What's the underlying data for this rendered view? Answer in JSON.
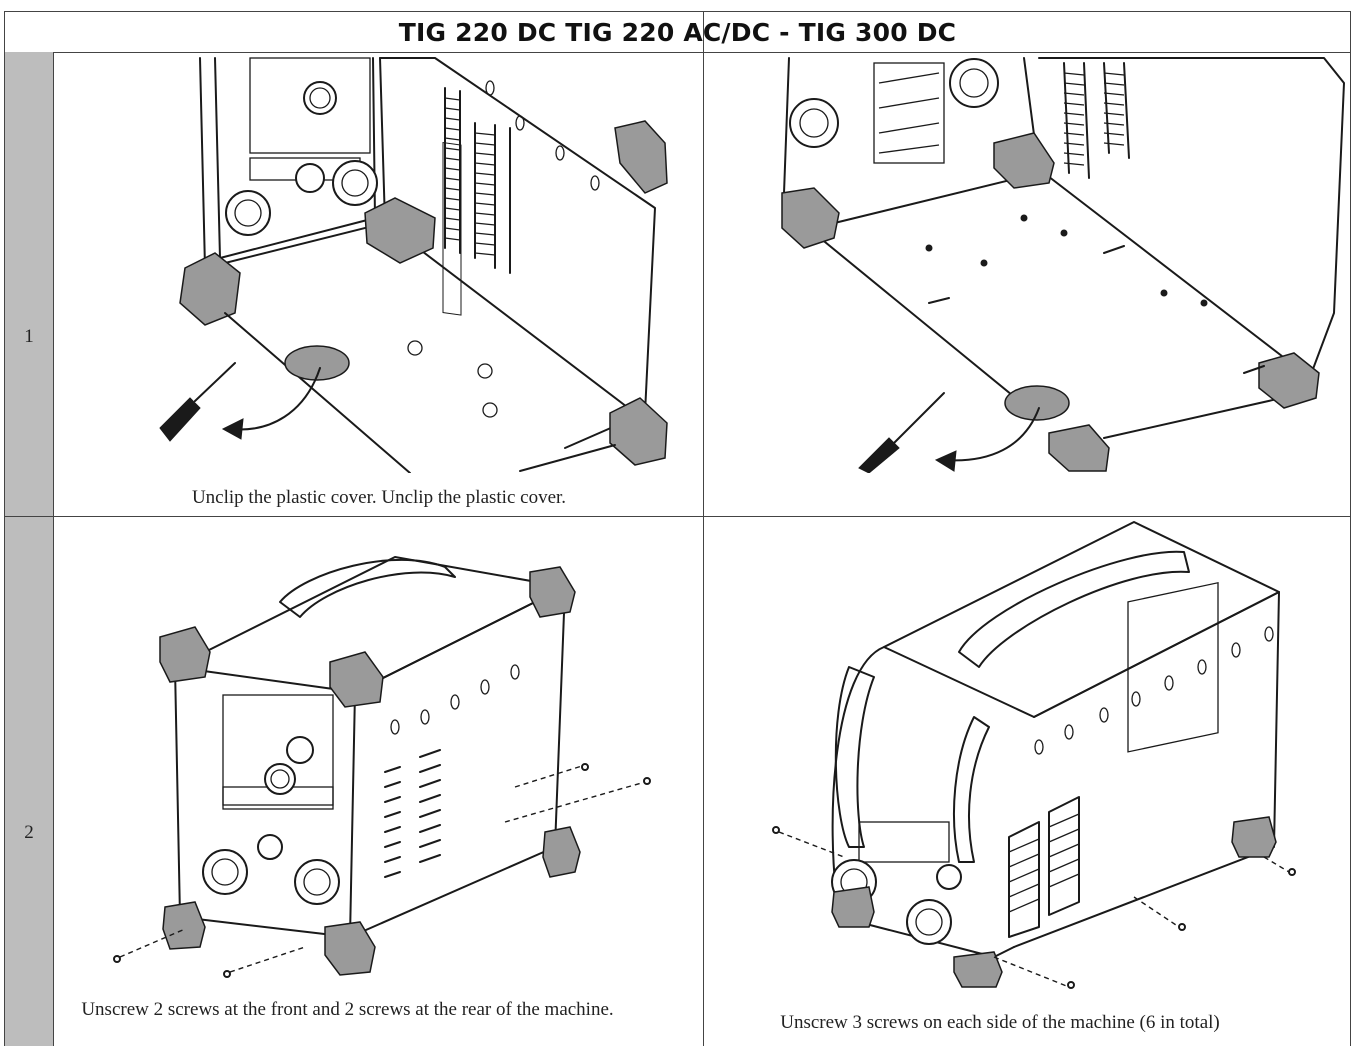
{
  "header": {
    "title": "TIG 220 DC TIG 220 AC/DC - TIG 300 DC"
  },
  "steps": [
    {
      "number": "1",
      "left_caption": "",
      "right_caption": "",
      "caption": "Unclip the plastic cover. Unclip the plastic cover."
    },
    {
      "number": "2",
      "left_caption": "Unscrew 2 screws at the front and 2 screws at the rear of the machine.",
      "right_caption": "Unscrew 3 screws on each side of the machine (6 in total)"
    }
  ]
}
